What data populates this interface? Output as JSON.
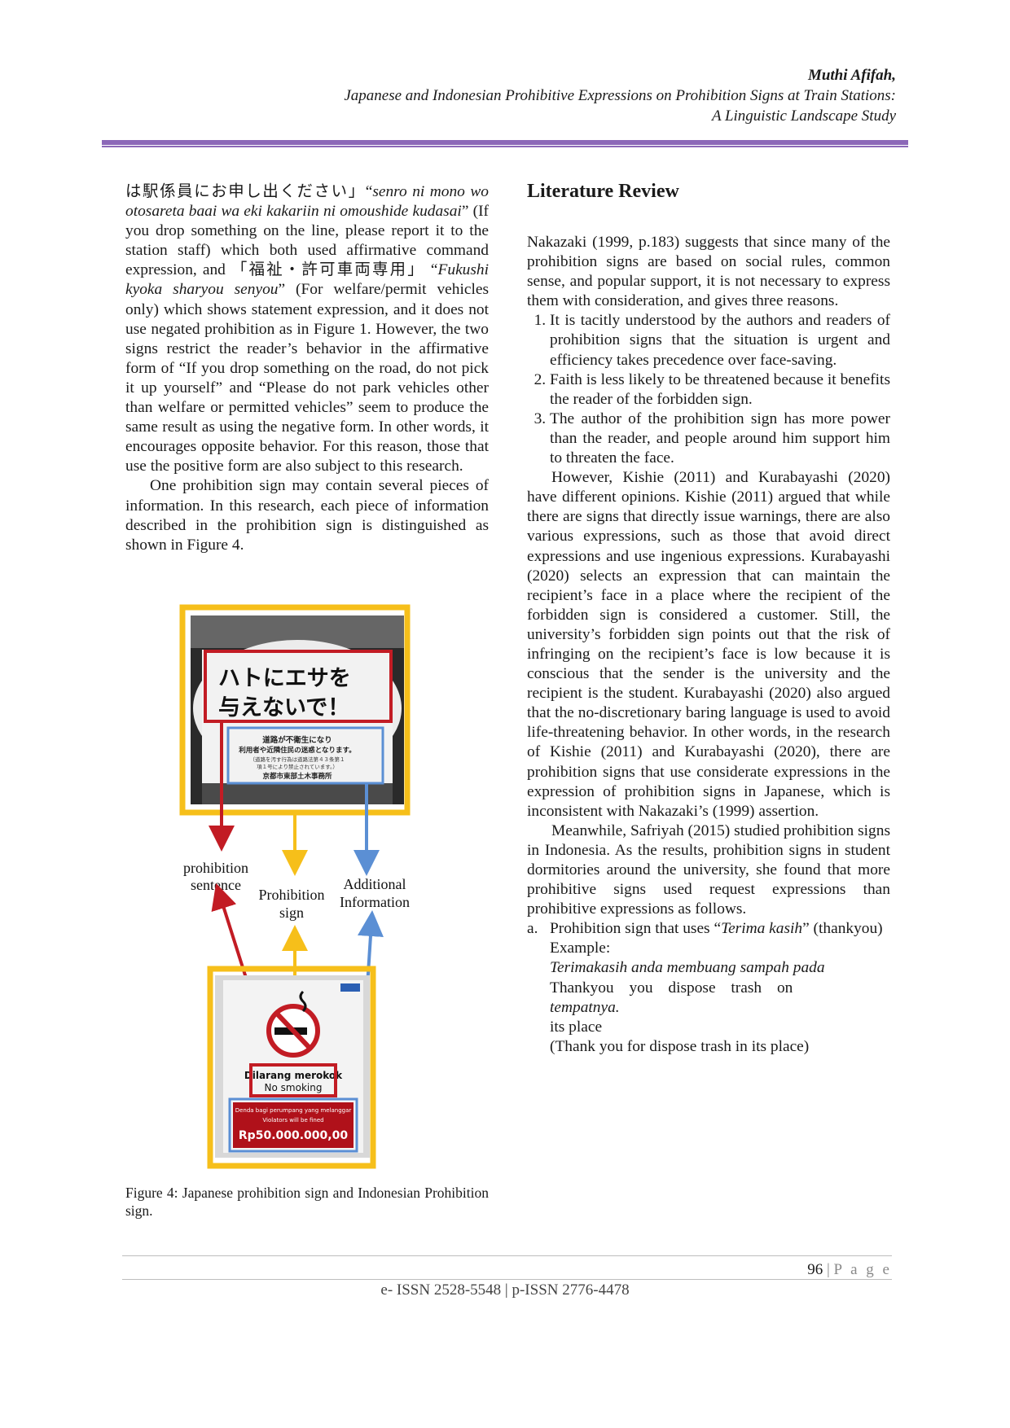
{
  "header": {
    "author": "Muthi Afifah,",
    "title_line1": "Japanese and Indonesian Prohibitive Expressions on Prohibition Signs at Train Stations:",
    "title_line2": "A Linguistic Landscape Study"
  },
  "left_column": {
    "p1_jp": "は駅係員にお申し出ください」",
    "p1_open_quote": "“",
    "p1_romaji": "senro ni mono wo otosareta baai wa eki kakariin ni omoushide kudasai",
    "p1_rest": "” (If you drop something on the line, please report it to the station staff) which both used affirmative command expression, and ",
    "p1_jp2": "「福祉・許可車両専用」",
    "p1_q2": " “",
    "p1_romaji2": "Fukushi kyoka sharyou senyou",
    "p1_rest2": "” (For welfare/permit vehicles only) which shows statement expression, and it does not use negated prohibition as in Figure 1. However, the two signs restrict the reader’s behavior in the affirmative form of “If you drop something on the road, do not pick it up yourself” and “Please do not park vehicles other than welfare or permitted vehicles” seem to produce the same result as using the negative form. In other words, it encourages opposite behavior. For this reason, those that use the positive form are also subject to this research.",
    "p2": "One prohibition sign may contain several pieces of information. In this research, each piece of information described in the prohibition sign is distinguished as shown in Figure 4."
  },
  "figure": {
    "label_prohibition_sentence_1": "prohibition",
    "label_prohibition_sentence_2": "sentence",
    "label_sign_1": "Prohibition",
    "label_sign_2": "sign",
    "label_additional_1": "Additional",
    "label_additional_2": "Information",
    "jp_sign_main_1": "ハトにエサを",
    "jp_sign_main_2": "与えないで！",
    "jp_sign_info_1": "道路が不衛生になり",
    "jp_sign_info_2": "利用者や近隣住民の迷惑となります。",
    "jp_sign_info_3": "（道路を汚す行為は道路法第４３条第１",
    "jp_sign_info_4": "項１号により禁止されています。）",
    "jp_sign_info_5": "京都市東部土木事務所",
    "id_sign_main_1": "Dilarang merokok",
    "id_sign_main_2": "No smoking",
    "id_sign_info_1": "Denda bagi perumpang yang melanggar",
    "id_sign_info_2": "Violators will be fined",
    "id_sign_info_3": "Rp50.000.000,00",
    "colors": {
      "yellow": "#f6bf1a",
      "red": "#c21c24",
      "blue": "#5b8fd4"
    },
    "caption": "Figure 4: Japanese prohibition sign and Indonesian Prohibition sign."
  },
  "right_column": {
    "section_title": "Literature Review",
    "p1": "Nakazaki (1999, p.183) suggests that since many of the prohibition signs are based on social rules, common sense, and popular support, it is not necessary to express them with consideration, and gives three reasons.",
    "reasons": [
      "It is tacitly understood by the authors and readers of prohibition signs that the situation is urgent and efficiency takes precedence over face-saving.",
      "Faith is less likely to be threatened because it benefits the reader of the forbidden sign.",
      "The author of the prohibition sign has more power than the reader, and people around him support him to threaten the face."
    ],
    "p2": "However, Kishie (2011) and Kurabayashi (2020) have different opinions. Kishie (2011) argued that while there are signs that directly issue warnings, there are also various expressions, such as those that avoid direct expressions and use ingenious expressions. Kurabayashi (2020) selects an expression that can maintain the recipient’s face in a place where the recipient of the forbidden sign is considered a customer. Still, the university’s forbidden sign points out that the risk of infringing on the recipient’s face is low because it is conscious that the sender is the university and the recipient is the student. Kurabayashi (2020) also argued that the no-discretionary baring language is used to avoid life-threatening behavior. In other words, in the research of Kishie (2011) and Kurabayashi (2020), there are prohibition signs that use considerate expressions in the expression of prohibition signs in Japanese, which is inconsistent with Nakazaki’s (1999) assertion.",
    "p3": "Meanwhile, Safriyah (2015) studied prohibition signs in Indonesia. As the results, prohibition signs in student dormitories around the university, she found that more prohibitive signs used request expressions than prohibitive expressions as follows.",
    "item_a_label": "a.",
    "item_a_pre": "Prohibition sign that uses “",
    "item_a_term": "Terima kasih",
    "item_a_post": "” (thankyou)",
    "example_label": "Example:",
    "example_id_1": "Terimakasih anda membuang sampah pada",
    "example_gloss_1": "Thankyou you dispose trash on",
    "example_id_2": "tempatnya.",
    "example_gloss_2": "its place",
    "example_translation": "(Thank you for dispose trash in its place)"
  },
  "footer": {
    "page_number": "96",
    "page_sep": " | ",
    "page_word": "P a g e",
    "issn": "e- ISSN 2528-5548 | p-ISSN 2776-4478"
  }
}
